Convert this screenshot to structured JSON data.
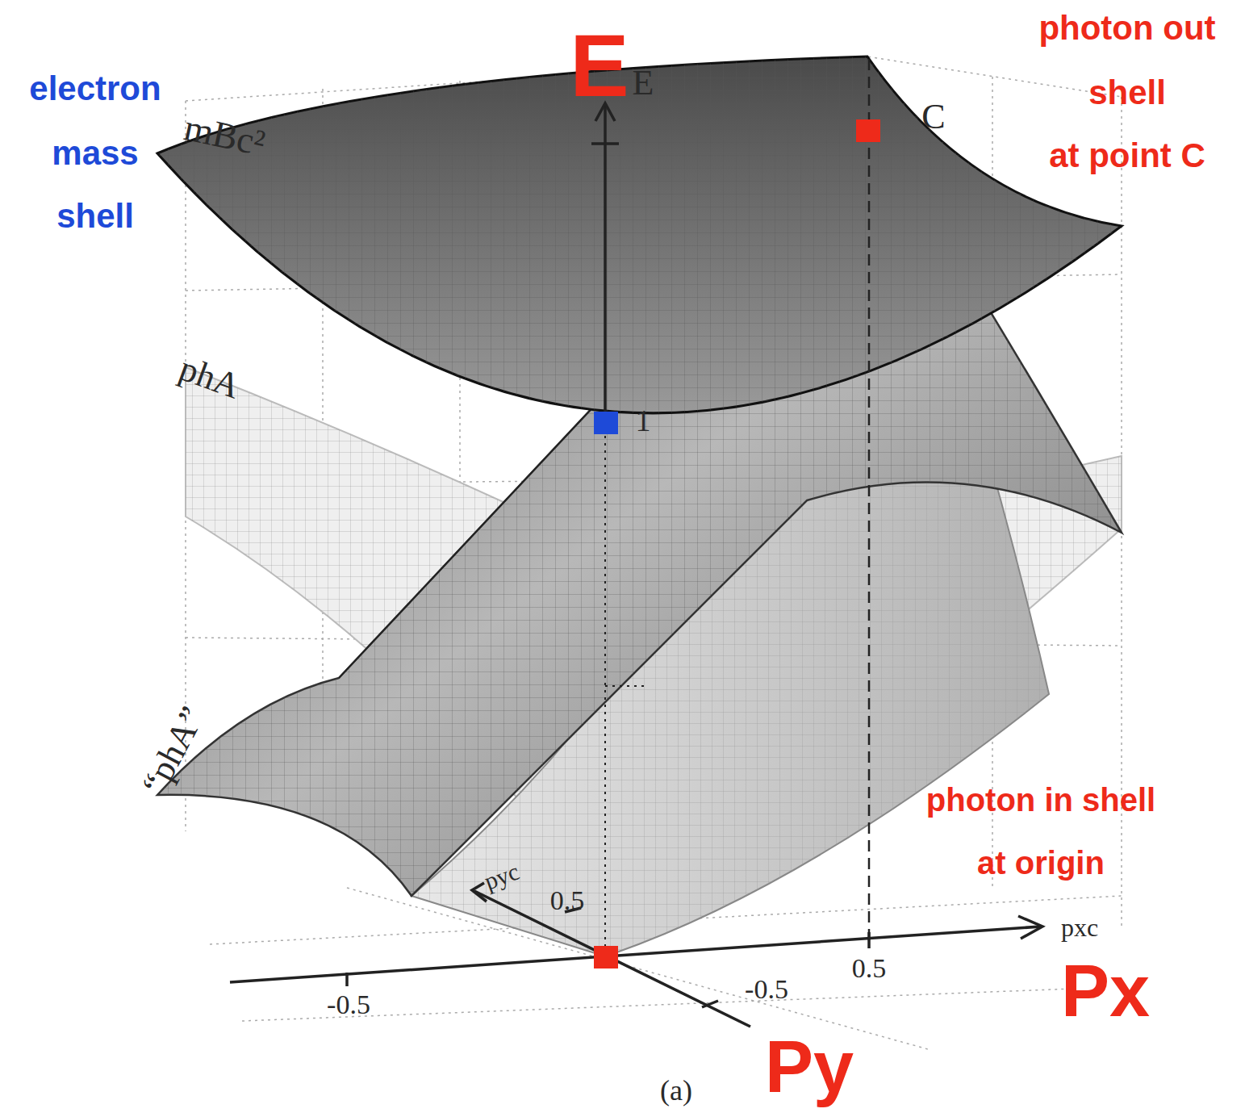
{
  "diagram": {
    "labels": [
      "electron",
      "mass",
      "shell",
      "photon out",
      "shell",
      "at point C",
      "photon in shell at origin",
      "E",
      "E",
      "mBc²",
      "C",
      "1",
      "phA",
      "“phA”",
      "pyc",
      "0.5",
      "pxc",
      "0.5",
      "-0.5",
      "-0.5",
      "Px",
      "Py",
      "(a)"
    ]
  }
}
